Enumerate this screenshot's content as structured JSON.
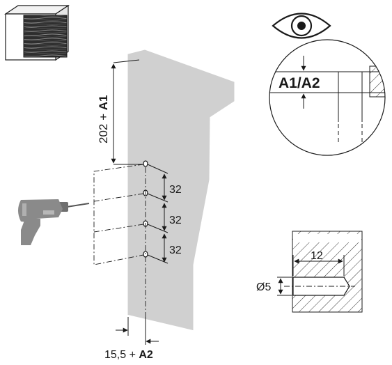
{
  "labels": {
    "height_prefix": "202 + ",
    "height_var": "A1",
    "spacing_1": "32",
    "spacing_2": "32",
    "spacing_3": "32",
    "edge_prefix": "15,5 + ",
    "edge_var": "A2",
    "detail_label": "A1/A2",
    "hole_depth": "12",
    "hole_diameter": "Ø5"
  },
  "colors": {
    "panel_fill": "#d0d0d0",
    "line": "#1a1a1a",
    "hatch": "#333333",
    "drill_body": "#8a8a8a",
    "wood_face": "#3a3a3a"
  },
  "icons": {
    "cabinet": "cabinet-icon",
    "eye": "eye-icon",
    "drill": "drill-icon"
  }
}
